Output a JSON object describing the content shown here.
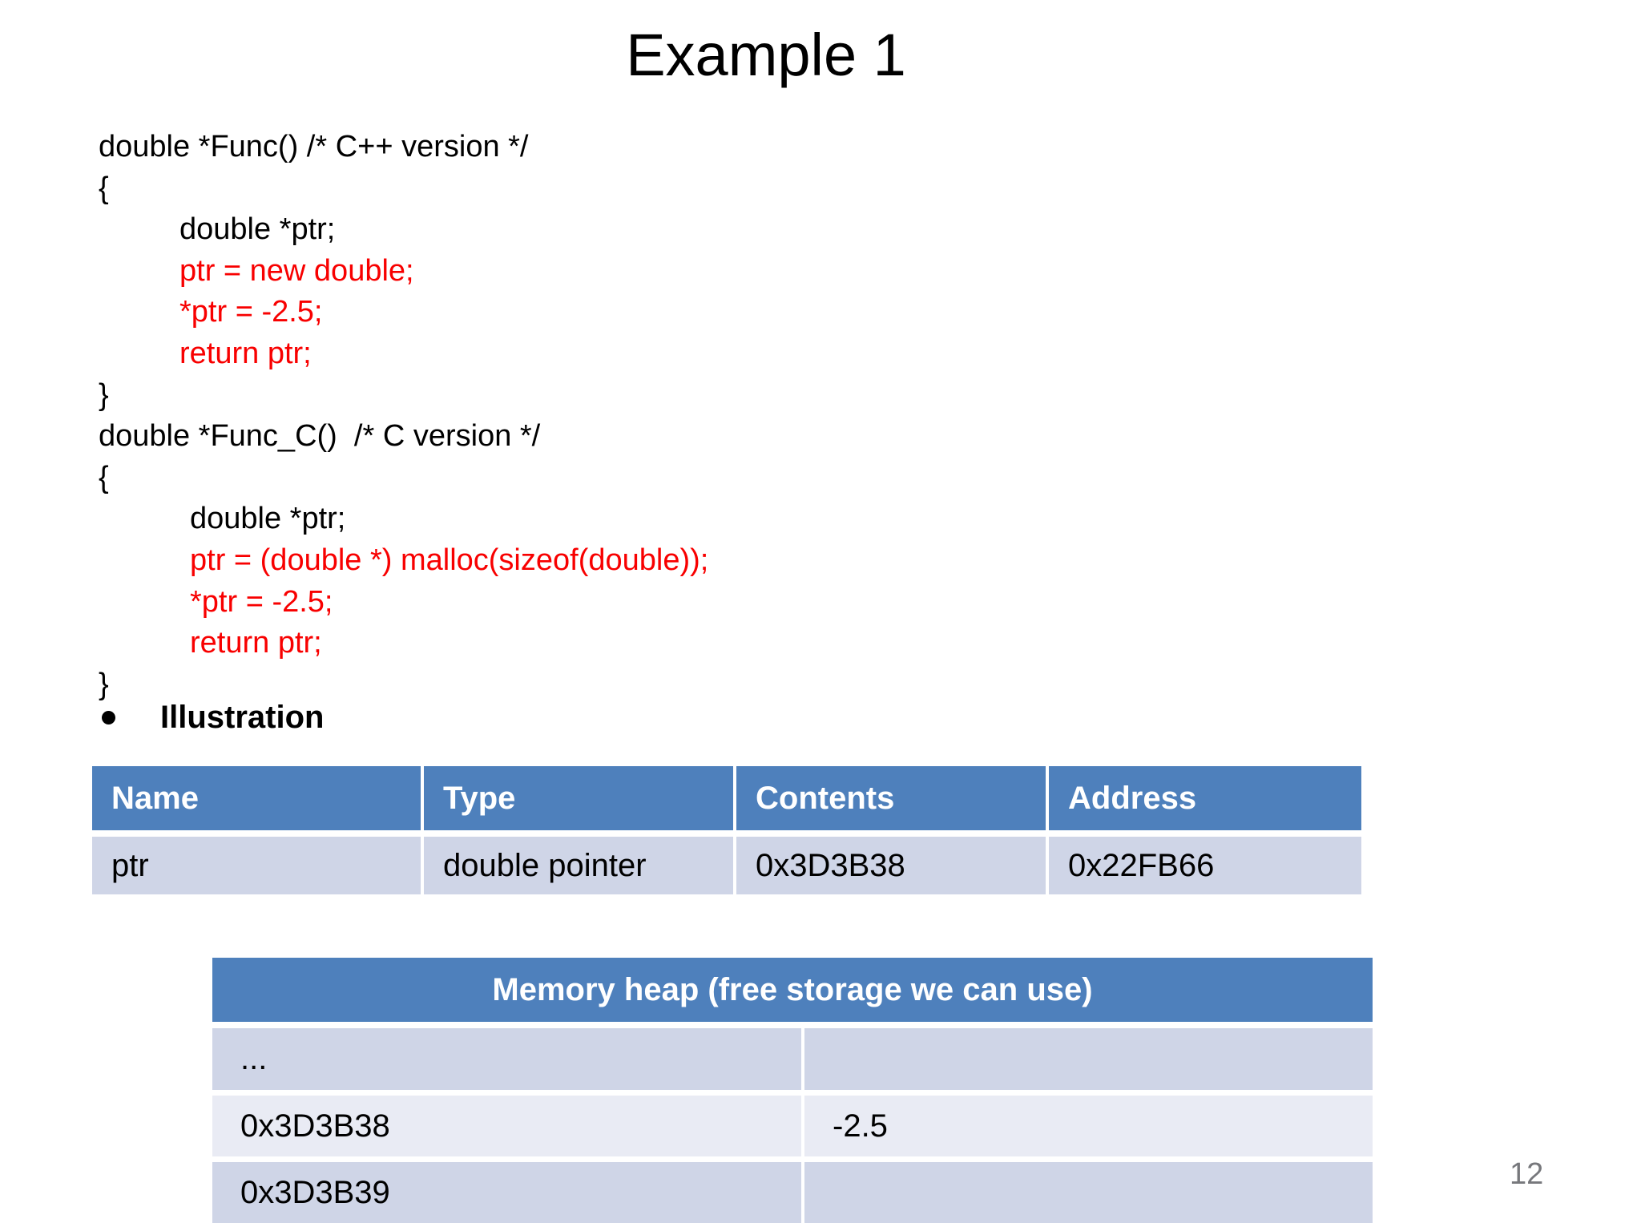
{
  "slide": {
    "title": "Example 1",
    "page_number": "12",
    "code": {
      "lines": [
        {
          "text": "double *Func() /* C++ version */",
          "color": "black",
          "indent": 0
        },
        {
          "text": "{",
          "color": "black",
          "indent": 0
        },
        {
          "text": "double *ptr;",
          "color": "black",
          "indent": 1
        },
        {
          "text": "ptr = new double;",
          "color": "red",
          "indent": 1
        },
        {
          "text": "*ptr = -2.5;",
          "color": "red",
          "indent": 1
        },
        {
          "text": "return ptr;",
          "color": "red",
          "indent": 1
        },
        {
          "text": "}",
          "color": "black",
          "indent": 0
        },
        {
          "text": "double *Func_C()  /* C version */",
          "color": "black",
          "indent": 0
        },
        {
          "text": "{",
          "color": "black",
          "indent": 0
        },
        {
          "text": "double *ptr;",
          "color": "black",
          "indent": 2
        },
        {
          "text": "ptr = (double *) malloc(sizeof(double));",
          "color": "red",
          "indent": 2
        },
        {
          "text": "*ptr = -2.5;",
          "color": "red",
          "indent": 2
        },
        {
          "text": "return ptr;",
          "color": "red",
          "indent": 2
        },
        {
          "text": "}",
          "color": "black",
          "indent": 0
        }
      ]
    },
    "bullet": {
      "label": "Illustration"
    },
    "pointer_table": {
      "headers": [
        "Name",
        "Type",
        "Contents",
        "Address"
      ],
      "rows": [
        [
          "ptr",
          "double pointer",
          "0x3D3B38",
          "0x22FB66"
        ]
      ]
    },
    "heap_table": {
      "title": "Memory heap (free storage we can use)",
      "rows": [
        [
          "...",
          ""
        ],
        [
          "0x3D3B38",
          "-2.5"
        ],
        [
          "0x3D3B39",
          ""
        ]
      ]
    },
    "colors": {
      "accent_blue": "#4e80bc",
      "band_dark": "#cfd5e7",
      "band_light": "#e9ebf4",
      "code_red": "#f80000",
      "page_number_gray": "#77787c"
    }
  }
}
